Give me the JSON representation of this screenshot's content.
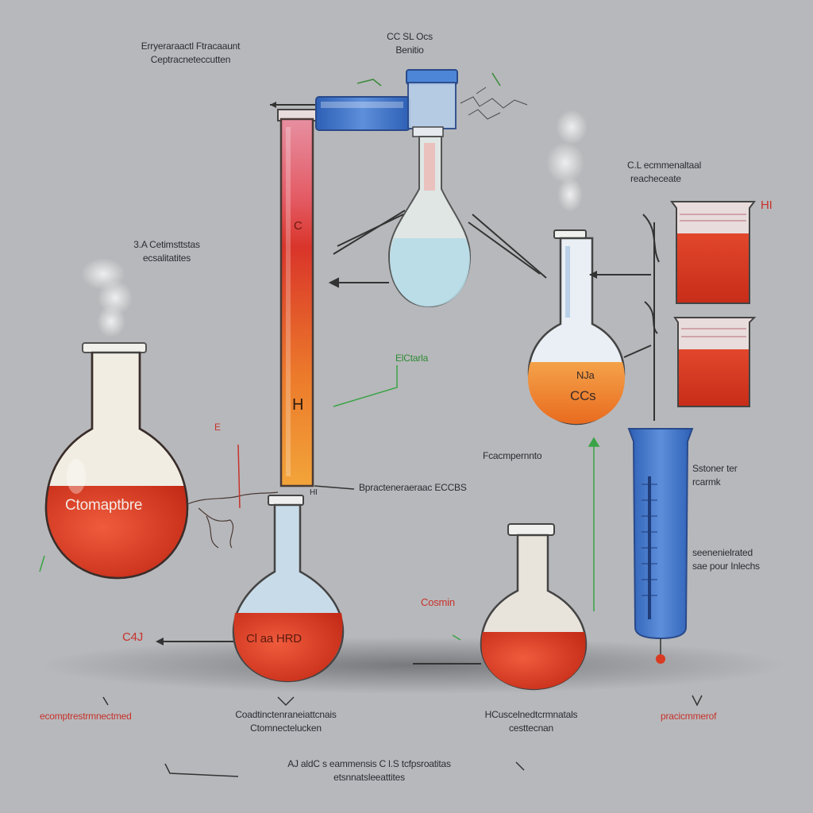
{
  "labels": {
    "top_left_line1": "Erryeraraactl Ftracaaunt",
    "top_left_line2": "Ceptracneteccutten",
    "top_center_line1": "CC SL Ocs",
    "top_center_line2": "Benitio",
    "upper_right_line1": "C.L ecmmenaltaal",
    "upper_right_line2": "reacheceate",
    "left_mid_line1": "3.A Cetimsttstas",
    "left_mid_line2": "ecsalitatites",
    "hl_top_right": "HI",
    "flask_left_text": "Ctomaptbre",
    "tube_letter_c": "C",
    "tube_letter_h": "H",
    "tube_hl": "HI",
    "center_green": "ElCtarla",
    "red_small_left": "E",
    "flask_orange_top": "NJa",
    "flask_orange_main": "CCs",
    "fe_label": "Fcacmpernnto",
    "tube_bottom_label": "Bpracteneraeraac ECCBS",
    "bottom_flask_text": "Cl aa HRD",
    "right_label_line1": "Sstoner ter",
    "right_label_line2": "rcarmk",
    "right_label2_line1": "seenenielrated",
    "right_label2_line2": "sae pour Inlechs",
    "left_red_box": "C4J",
    "center_bottom_red": "Cosmin",
    "bottom_left_red": "ecomptrestrmnectmed",
    "bottom_center_line1": "Coadtinctenraneiattcnais",
    "bottom_center_line2": "Ctomnectelucken",
    "bottom_center_right_line1": "HCuscelnedtcrmnatals",
    "bottom_center_right_line2": "cesttecnan",
    "bottom_right_red": "pracicmmerof",
    "footer_line1": "AJ aldC s eammensis C l.S tcfpsroatitas",
    "footer_line2": "etsnnatsleeattites"
  },
  "colors": {
    "background": "#b7b8bb",
    "liquid_red": "#d83a22",
    "liquid_orange": "#ee7a28",
    "glass_blue": "#3d73c9",
    "liquid_pale_blue": "#bcd9e6"
  }
}
